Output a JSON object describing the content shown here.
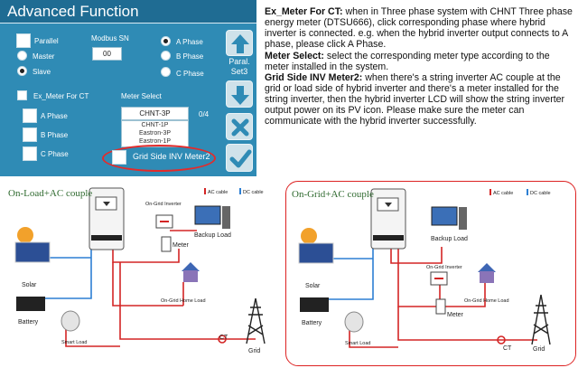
{
  "panel": {
    "title": "Advanced Function",
    "parallel_label": "Parallel",
    "master_label": "Master",
    "slave_label": "Slave",
    "modbus_label": "Modbus SN",
    "modbus_value": "00",
    "a_phase_label": "A Phase",
    "b_phase_label": "B Phase",
    "c_phase_label": "C Phase",
    "ex_meter_label": "Ex_Meter For CT",
    "meter_select_label": "Meter Select",
    "ct_a_label": "A Phase",
    "ct_b_label": "B Phase",
    "ct_c_label": "C Phase",
    "meter_value": "CHNT-3P",
    "meter_count": "0/4",
    "meter_options": [
      "CHNT-1P",
      "Eastron-3P",
      "Eastron-1P"
    ],
    "grid_side_label": "Grid Side INV Meter2",
    "side_label_line1": "Paral.",
    "side_label_line2": "Set3",
    "selected_phase": "A Phase",
    "selected_role": "Slave"
  },
  "description": {
    "p1_term": "Ex_Meter For CT:",
    "p1_text": " when in Three phase system with CHNT Three phase energy meter (DTSU666), click corresponding phase where hybrid inverter is connected. e.g. when the hybrid inverter output connects to A phase, please click A Phase.",
    "p2_term": "Meter Select:",
    "p2_text": " select the corresponding meter type according to the meter installed in the system.",
    "p3_term": "Grid Side INV Meter2:",
    "p3_text": " when there's a string inverter AC couple at the grid or load side of hybrid inverter and there's a meter installed for the string inverter, then the hybrid inverter LCD will show the string inverter output power on its PV icon. Please make sure the meter can communicate with the hybrid inverter successfully."
  },
  "diagram_left": {
    "title": "On-Load+AC couple",
    "legend_ac": "AC cable",
    "legend_dc": "DC cable",
    "on_grid_inverter": "On-Grid Inverter",
    "meter": "Meter",
    "backup_load": "Backup Load",
    "solar": "Solar",
    "on_grid_home_load": "On-Grid Home Load",
    "battery": "Battery",
    "smart_load": "Smart Load",
    "ct": "CT",
    "grid": "Grid"
  },
  "diagram_right": {
    "title": "On-Grid+AC couple",
    "legend_ac": "AC cable",
    "legend_dc": "DC cable",
    "backup_load": "Backup Load",
    "solar": "Solar",
    "on_grid_inverter": "On-Grid Inverter",
    "on_grid_home_load": "On-Grid Home Load",
    "meter": "Meter",
    "battery": "Battery",
    "smart_load": "Smart Load",
    "ct": "CT",
    "grid": "Grid"
  },
  "colors": {
    "panel_bg": "#2f8bb5",
    "title_bar": "#1f6c93",
    "ac_cable": "#d32525",
    "dc_cable": "#2d7fd3",
    "highlight": "#e32b2b"
  }
}
